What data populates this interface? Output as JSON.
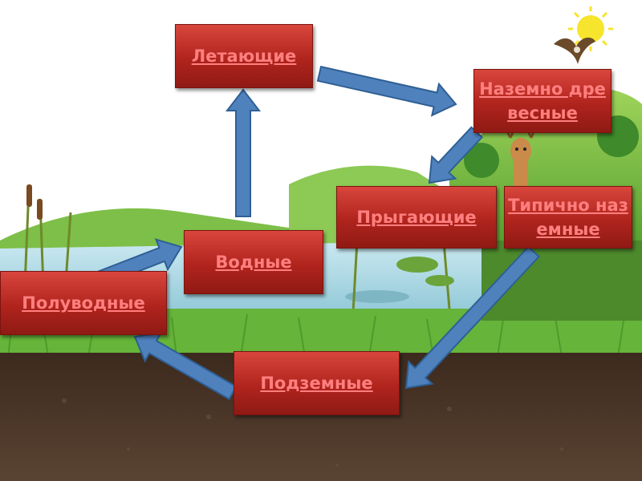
{
  "nodes": {
    "letayushchie": "Летающие",
    "nazemno_drevesnye": "Наземно древесные",
    "pryg": "Прыгающие",
    "tipichno": "Типично наземные",
    "vodnye": "Водные",
    "poluvodnye": "Полуводные",
    "podzemnye": "Подземные"
  },
  "colors": {
    "box_fill": "#c0302a",
    "box_text": "#ff7f7f",
    "arrow_fill": "#4f81bd",
    "arrow_stroke": "#2f5f94",
    "sky": "#ffffff",
    "grass": "#5fae32",
    "water": "#a9d8e8",
    "soil": "#4a3526"
  },
  "icons": [
    "sun-icon",
    "bird-icon",
    "deer-icon"
  ]
}
